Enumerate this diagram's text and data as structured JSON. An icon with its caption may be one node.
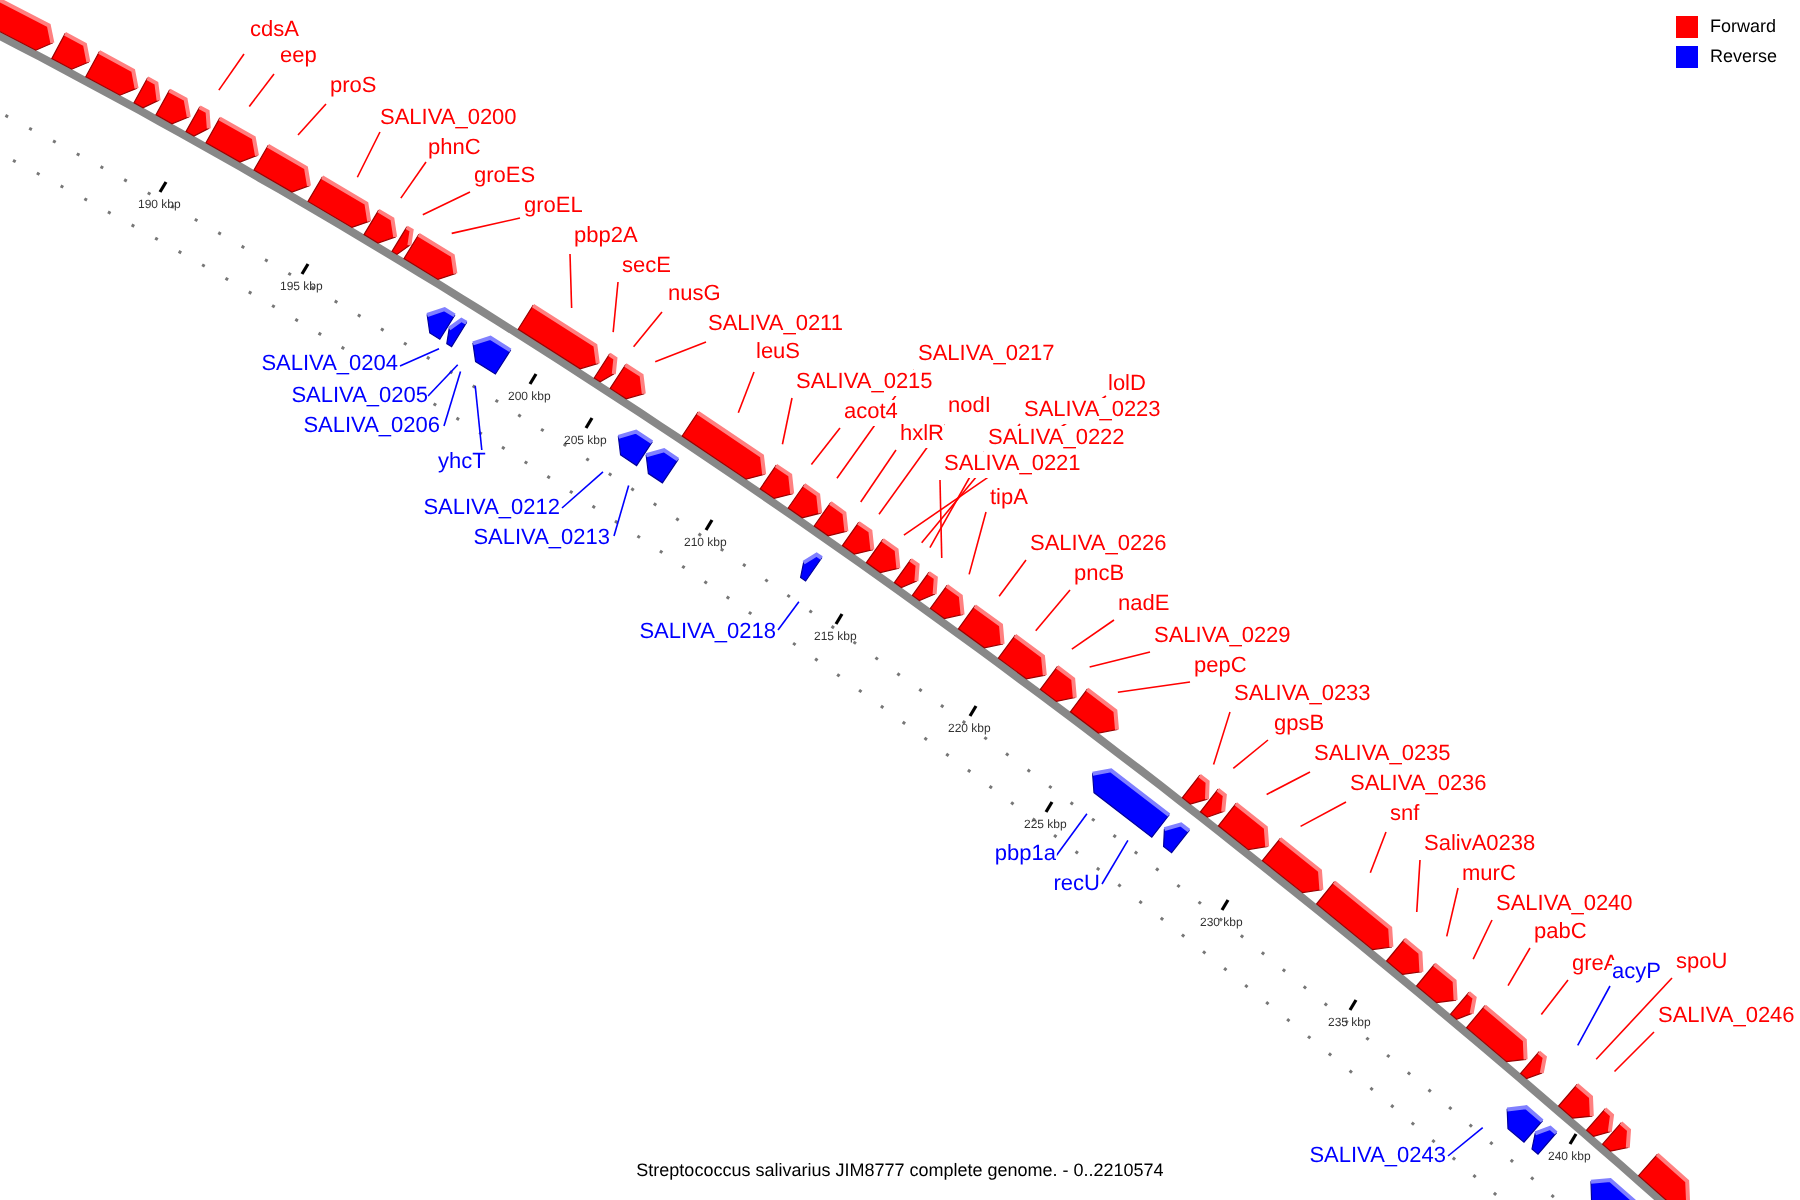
{
  "diagram": {
    "caption": "Streptococcus salivarius JIM8777 complete genome. - 0..2210574",
    "nodes": [
      {
        "text": [
          "cdsA"
        ]
      },
      {
        "text": [
          "eep"
        ]
      },
      {
        "text": [
          "proS"
        ]
      },
      {
        "text": [
          "SALIVA_0200"
        ]
      },
      {
        "text": [
          "phnC"
        ]
      },
      {
        "text": [
          "groES"
        ]
      },
      {
        "text": [
          "groEL"
        ]
      },
      {
        "text": [
          "pbp2A"
        ]
      },
      {
        "text": [
          "secE"
        ]
      },
      {
        "text": [
          "nusG"
        ]
      },
      {
        "text": [
          "SALIVA_0211"
        ]
      },
      {
        "text": [
          "leuS"
        ]
      },
      {
        "text": [
          "SALIVA_0217"
        ]
      },
      {
        "text": [
          "SALIVA_0204"
        ]
      },
      {
        "text": [
          "SALIVA_0215"
        ]
      },
      {
        "text": [
          "lolD"
        ]
      },
      {
        "text": [
          "SALIVA_0205"
        ]
      },
      {
        "text": [
          "nodI"
        ]
      },
      {
        "text": [
          "SALIVA_0223"
        ]
      },
      {
        "text": [
          "acot4"
        ]
      },
      {
        "text": [
          "SALIVA_0206"
        ]
      },
      {
        "text": [
          "hxlR"
        ]
      },
      {
        "text": [
          "SALIVA_0222"
        ]
      },
      {
        "text": [
          "yhcT"
        ]
      },
      {
        "text": [
          "SALIVA_0221"
        ]
      },
      {
        "text": [
          "tipA"
        ]
      },
      {
        "text": [
          "SALIVA_0212"
        ]
      },
      {
        "text": [
          "SALIVA_0213"
        ]
      },
      {
        "text": [
          "SALIVA_0226"
        ]
      },
      {
        "text": [
          "pncB"
        ]
      },
      {
        "text": [
          "nadE"
        ]
      },
      {
        "text": [
          "SALIVA_0218"
        ]
      },
      {
        "text": [
          "SALIVA_0229"
        ]
      },
      {
        "text": [
          "pepC"
        ]
      },
      {
        "text": [
          "SALIVA_0233"
        ]
      },
      {
        "text": [
          "gpsB"
        ]
      },
      {
        "text": [
          "SALIVA_0235"
        ]
      },
      {
        "text": [
          "SALIVA_0236"
        ]
      },
      {
        "text": [
          "snf"
        ]
      },
      {
        "text": [
          "SalivA0238"
        ]
      },
      {
        "text": [
          "pbp1a"
        ]
      },
      {
        "text": [
          "murC"
        ]
      },
      {
        "text": [
          "recU"
        ]
      },
      {
        "text": [
          "SALIVA_0240"
        ]
      },
      {
        "text": [
          "pabC"
        ]
      },
      {
        "text": [
          "spoU"
        ]
      },
      {
        "text": [
          "greA"
        ]
      },
      {
        "text": [
          "acyP"
        ]
      },
      {
        "text": [
          "SALIVA_0246"
        ]
      },
      {
        "text": [
          "SALIVA_0243"
        ]
      }
    ],
    "edges": [
      {
        "from": 0,
        "to": null,
        "arrow": "none"
      },
      {
        "from": 1,
        "to": null,
        "arrow": "none"
      },
      {
        "from": 2,
        "to": null,
        "arrow": "none"
      },
      {
        "from": 3,
        "to": null,
        "arrow": "none"
      },
      {
        "from": 4,
        "to": null,
        "arrow": "none"
      },
      {
        "from": 5,
        "to": null,
        "arrow": "none"
      },
      {
        "from": 6,
        "to": null,
        "arrow": "none"
      },
      {
        "from": 7,
        "to": null,
        "arrow": "none"
      },
      {
        "from": 8,
        "to": null,
        "arrow": "none"
      },
      {
        "from": 9,
        "to": null,
        "arrow": "none"
      },
      {
        "from": 10,
        "to": null,
        "arrow": "none"
      },
      {
        "from": 11,
        "to": null,
        "arrow": "none"
      },
      {
        "from": 12,
        "to": null,
        "arrow": "none"
      },
      {
        "from": 13,
        "to": null,
        "arrow": "none",
        "color": "#0000ff"
      },
      {
        "from": 14,
        "to": null,
        "arrow": "none"
      },
      {
        "from": 15,
        "to": null,
        "arrow": "none"
      },
      {
        "from": 16,
        "to": null,
        "arrow": "none",
        "color": "#0000ff"
      },
      {
        "from": 17,
        "to": null,
        "arrow": "none"
      },
      {
        "from": 18,
        "to": null,
        "arrow": "none"
      },
      {
        "from": 19,
        "to": null,
        "arrow": "none"
      },
      {
        "from": 20,
        "to": null,
        "arrow": "none",
        "color": "#0000ff"
      },
      {
        "from": 21,
        "to": null,
        "arrow": "none"
      },
      {
        "from": 22,
        "to": null,
        "arrow": "none"
      },
      {
        "from": 23,
        "to": null,
        "arrow": "none",
        "color": "#0000ff"
      },
      {
        "from": 24,
        "to": null,
        "arrow": "none"
      },
      {
        "from": 25,
        "to": null,
        "arrow": "none"
      },
      {
        "from": 26,
        "to": null,
        "arrow": "none",
        "color": "#0000ff"
      },
      {
        "from": 27,
        "to": null,
        "arrow": "none",
        "color": "#0000ff"
      },
      {
        "from": 28,
        "to": null,
        "arrow": "none"
      },
      {
        "from": 29,
        "to": null,
        "arrow": "none"
      },
      {
        "from": 30,
        "to": null,
        "arrow": "none"
      },
      {
        "from": 31,
        "to": null,
        "arrow": "none",
        "color": "#0000ff"
      },
      {
        "from": 32,
        "to": null,
        "arrow": "none"
      },
      {
        "from": 33,
        "to": null,
        "arrow": "none"
      },
      {
        "from": 34,
        "to": null,
        "arrow": "none"
      },
      {
        "from": 35,
        "to": null,
        "arrow": "none"
      },
      {
        "from": 36,
        "to": null,
        "arrow": "none"
      },
      {
        "from": 37,
        "to": null,
        "arrow": "none"
      },
      {
        "from": 38,
        "to": null,
        "arrow": "none"
      },
      {
        "from": 39,
        "to": null,
        "arrow": "none"
      },
      {
        "from": 40,
        "to": null,
        "arrow": "none",
        "color": "#0000ff"
      },
      {
        "from": 41,
        "to": null,
        "arrow": "none"
      },
      {
        "from": 42,
        "to": null,
        "arrow": "none",
        "color": "#0000ff"
      },
      {
        "from": 43,
        "to": null,
        "arrow": "none"
      },
      {
        "from": 44,
        "to": null,
        "arrow": "none"
      },
      {
        "from": 45,
        "to": null,
        "arrow": "none"
      },
      {
        "from": 46,
        "to": null,
        "arrow": "none"
      },
      {
        "from": 47,
        "to": null,
        "arrow": "none",
        "color": "#0000ff"
      },
      {
        "from": 48,
        "to": null,
        "arrow": "none"
      },
      {
        "from": 49,
        "to": null,
        "arrow": "none",
        "color": "#0000ff"
      }
    ],
    "labels": [
      "190 kbp",
      "195 kbp",
      "200 kbp",
      "205 kbp",
      "210 kbp",
      "215 kbp",
      "220 kbp",
      "225 kbp",
      "230 kbp",
      "235 kbp",
      "240 kbp"
    ],
    "legend": [
      {
        "text": "Forward",
        "color": "#ff0000"
      },
      {
        "text": "Reverse",
        "color": "#0000ff"
      }
    ]
  }
}
